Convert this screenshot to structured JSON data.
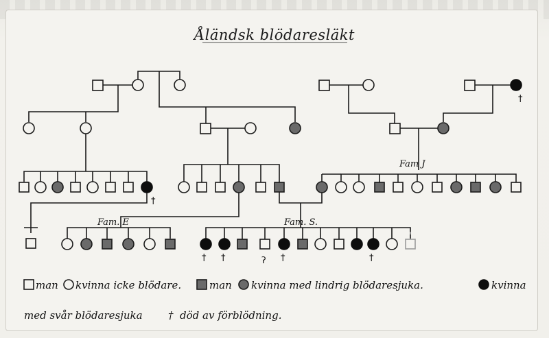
{
  "title": "Åländsk blödaresläkt",
  "families": {
    "fam_e": "Fam. E",
    "fam_s": "Fam. S.",
    "fam_j": "Fam J"
  },
  "legend": {
    "man": "man",
    "kvinna": "kvinna icke blödare.",
    "man_mild": "man",
    "kvinna_mild": "kvinna med lindrig blödaresjuka.",
    "kvinna_severe": "kvinna",
    "severe_line": "med svår blödaresjuka",
    "dagger_label": "död av förblödning."
  },
  "colors": {
    "ink": "#1a1a1a",
    "paper": "#f4f3ef",
    "mild_fill": "#6a6a6a",
    "severe_fill": "#0d0d0d"
  },
  "symbols": {
    "square": "man",
    "circle": "kvinna",
    "hatched": "lindrig blödaresjuka",
    "black": "svår blödaresjuka",
    "dagger": "†"
  }
}
